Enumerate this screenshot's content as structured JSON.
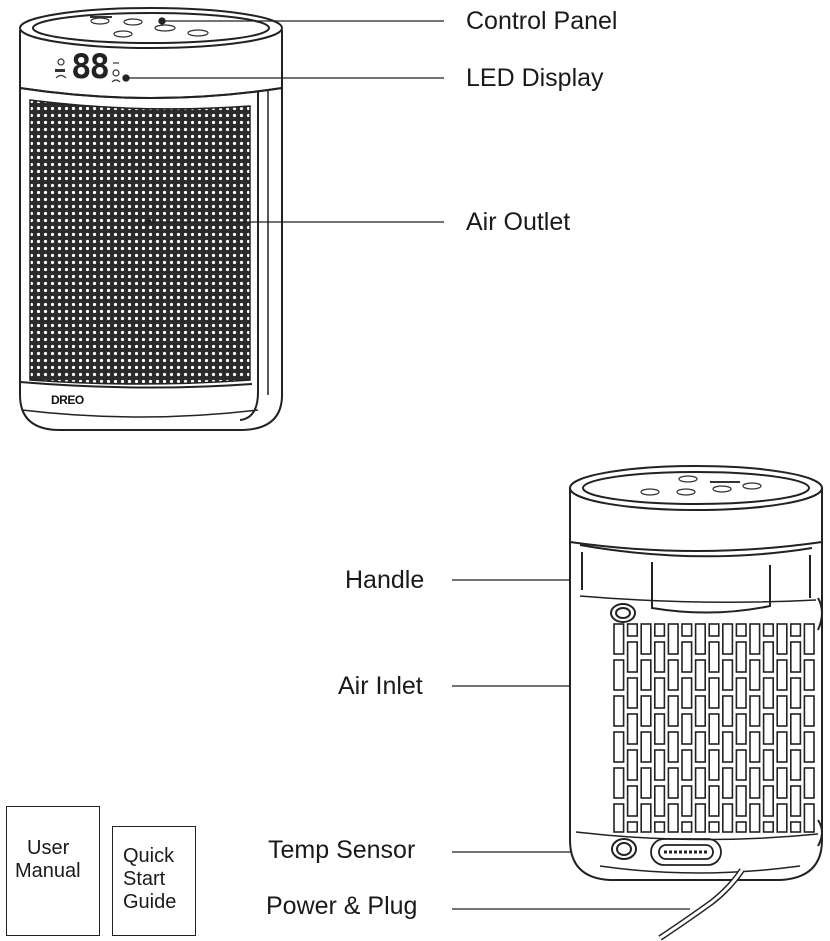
{
  "callouts": {
    "control_panel": "Control Panel",
    "led_display": "LED Display",
    "air_outlet": "Air Outlet",
    "handle": "Handle",
    "air_inlet": "Air Inlet",
    "temp_sensor": "Temp Sensor",
    "power_plug": "Power & Plug"
  },
  "brand": "DREO",
  "display_digits": "88",
  "booklets": {
    "user_manual": [
      "User",
      "Manual"
    ],
    "quick_start": [
      "Quick",
      "Start",
      "Guide"
    ]
  }
}
